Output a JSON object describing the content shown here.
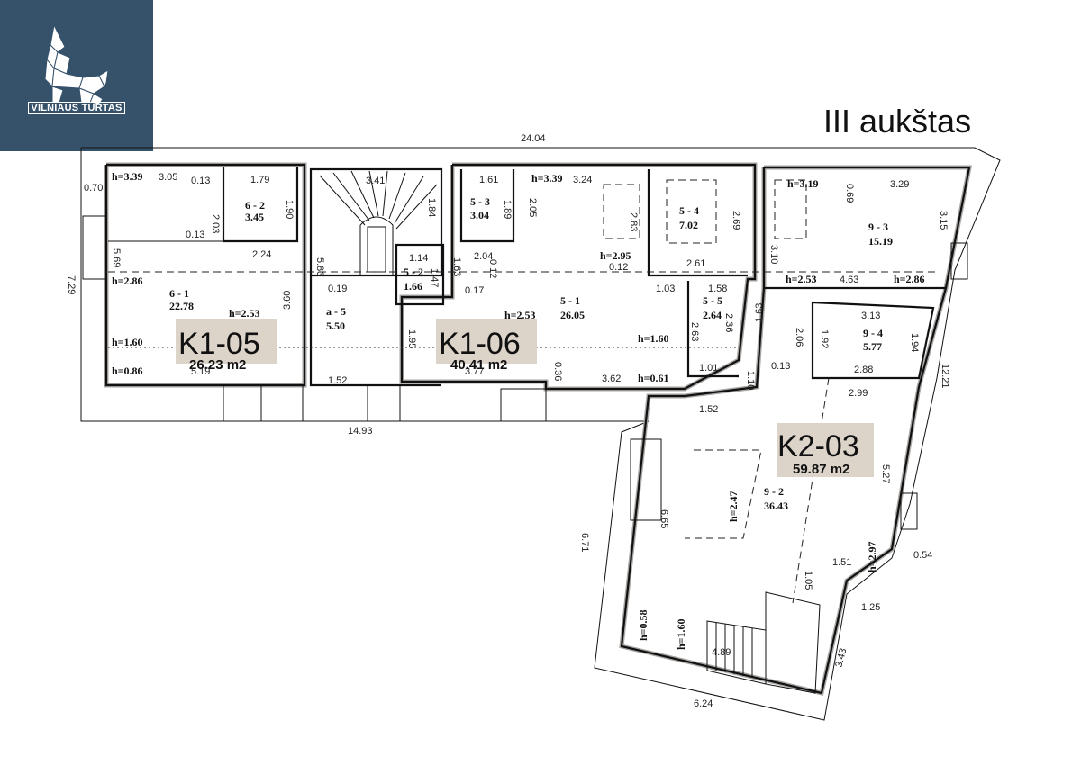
{
  "brand": {
    "name": "VILNIAUS TURTAS"
  },
  "floor_title": "III aukštas",
  "units": [
    {
      "id": "K1-05",
      "area": "26.23 m2"
    },
    {
      "id": "K1-06",
      "area": "40.41 m2"
    },
    {
      "id": "K2-03",
      "area": "59.87 m2"
    }
  ],
  "rooms": [
    {
      "id": "6 - 2",
      "area": "3.45"
    },
    {
      "id": "6 - 1",
      "area": "22.78"
    },
    {
      "id": "a - 5",
      "area": "5.50"
    },
    {
      "id": "5 - 3",
      "area": "3.04"
    },
    {
      "id": "5 - 2",
      "area": "1.66"
    },
    {
      "id": "5 - 4",
      "area": "7.02"
    },
    {
      "id": "5 - 1",
      "area": "26.05"
    },
    {
      "id": "5 - 5",
      "area": "2.64"
    },
    {
      "id": "9 - 3",
      "area": "15.19"
    },
    {
      "id": "9 - 4",
      "area": "5.77"
    },
    {
      "id": "9 - 2",
      "area": "36.43"
    }
  ],
  "heights": [
    "h=3.39",
    "h=2.86",
    "h=2.53",
    "h=1.60",
    "h=0.86",
    "h=3.39",
    "h=2.95",
    "h=2.53",
    "h=1.60",
    "h=0.61",
    "h=3.19",
    "h=2.53",
    "h=2.86",
    "h=2.47",
    "h=2.97",
    "h=0.58",
    "h=1.60"
  ],
  "dimensions": [
    "24.04",
    "0.70",
    "3.05",
    "0.13",
    "1.79",
    "2.03",
    "1.90",
    "0.13",
    "2.24",
    "5.69",
    "7.29",
    "3.41",
    "1.84",
    "5.83",
    "0.19",
    "3.60",
    "1.52",
    "14.93",
    "5.19",
    "1.14",
    "1.47",
    "1.63",
    "1.61",
    "1.89",
    "2.04",
    "0.12",
    "0.17",
    "2.05",
    "3.24",
    "2.83",
    "0.12",
    "1.95",
    "3.77",
    "0.36",
    "3.62",
    "2.69",
    "2.61",
    "1.03",
    "1.58",
    "2.63",
    "2.36",
    "1.01",
    "0.69",
    "3.29",
    "3.15",
    "3.10",
    "4.63",
    "3.13",
    "1.63",
    "2.06",
    "1.92",
    "1.94",
    "2.88",
    "0.13",
    "2.99",
    "1.10",
    "12.21",
    "1.52",
    "5.27",
    "6.65",
    "6.71",
    "1.05",
    "1.51",
    "0.54",
    "1.25",
    "3.43",
    "4.89",
    "6.24"
  ]
}
